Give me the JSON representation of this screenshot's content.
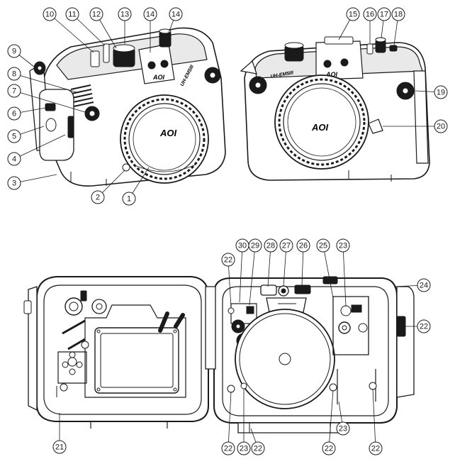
{
  "brand": {
    "logo_text": "AOI",
    "model_text": "UH-EM5III"
  },
  "colors": {
    "ink": "#1a1a1a",
    "background": "#ffffff",
    "shade": "#e9e9e9"
  },
  "callouts": [
    {
      "id": "1",
      "label": "1"
    },
    {
      "id": "2",
      "label": "2"
    },
    {
      "id": "3",
      "label": "3"
    },
    {
      "id": "4",
      "label": "4"
    },
    {
      "id": "5",
      "label": "5"
    },
    {
      "id": "6",
      "label": "6"
    },
    {
      "id": "7",
      "label": "7"
    },
    {
      "id": "8",
      "label": "8"
    },
    {
      "id": "9",
      "label": "9"
    },
    {
      "id": "10",
      "label": "10"
    },
    {
      "id": "11",
      "label": "11"
    },
    {
      "id": "12",
      "label": "12"
    },
    {
      "id": "13",
      "label": "13"
    },
    {
      "id": "14a",
      "label": "14"
    },
    {
      "id": "14b",
      "label": "14"
    },
    {
      "id": "15",
      "label": "15"
    },
    {
      "id": "16",
      "label": "16"
    },
    {
      "id": "17",
      "label": "17"
    },
    {
      "id": "18",
      "label": "18"
    },
    {
      "id": "19",
      "label": "19"
    },
    {
      "id": "20",
      "label": "20"
    },
    {
      "id": "21",
      "label": "21"
    },
    {
      "id": "22a",
      "label": "22"
    },
    {
      "id": "22b",
      "label": "22"
    },
    {
      "id": "22c",
      "label": "22"
    },
    {
      "id": "22d",
      "label": "22"
    },
    {
      "id": "22e",
      "label": "22"
    },
    {
      "id": "22f",
      "label": "22"
    },
    {
      "id": "23a",
      "label": "23"
    },
    {
      "id": "23b",
      "label": "23"
    },
    {
      "id": "23c",
      "label": "23"
    },
    {
      "id": "24",
      "label": "24"
    },
    {
      "id": "25",
      "label": "25"
    },
    {
      "id": "26",
      "label": "26"
    },
    {
      "id": "27",
      "label": "27"
    },
    {
      "id": "28",
      "label": "28"
    },
    {
      "id": "29",
      "label": "29"
    },
    {
      "id": "30",
      "label": "30"
    }
  ]
}
